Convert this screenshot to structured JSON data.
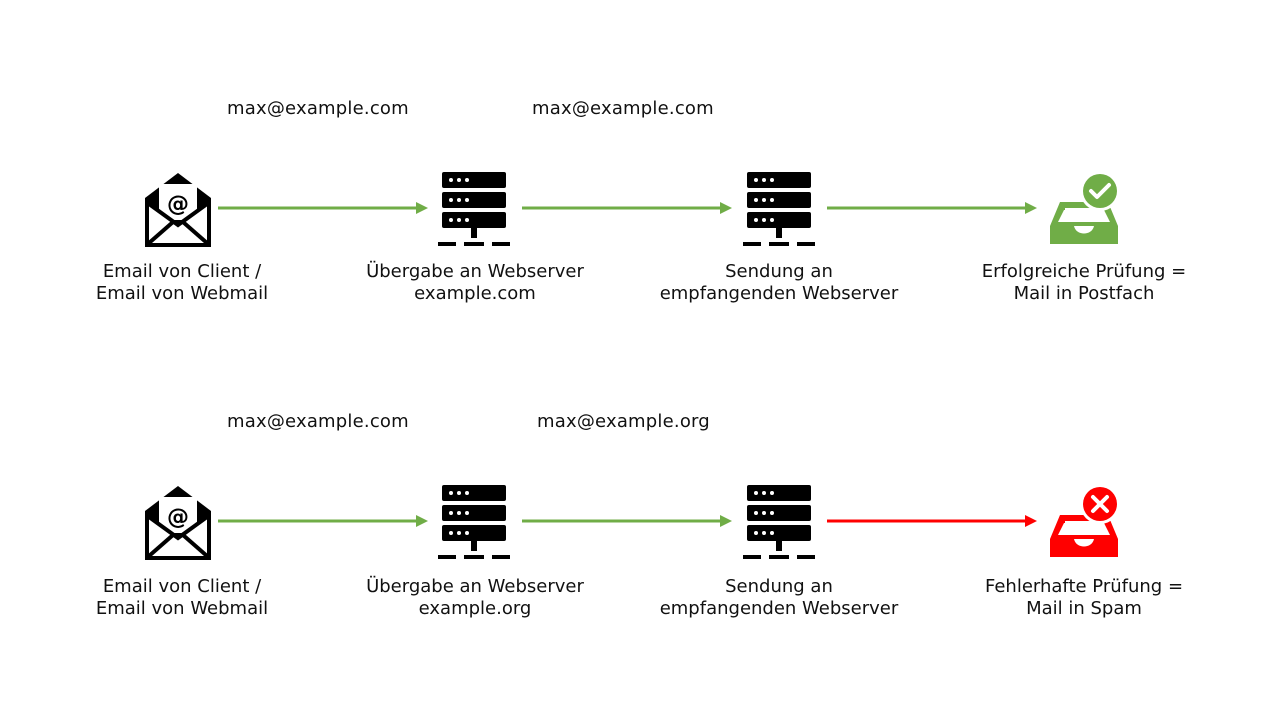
{
  "colors": {
    "ok_arrow": "#70AD47",
    "fail_arrow": "#FF0000",
    "ok_inbox": "#70AD47",
    "fail_inbox": "#FF0000",
    "icon": "#000000"
  },
  "flows": {
    "top": {
      "sender_address_1": "max@example.com",
      "sender_address_2": "max@example.com",
      "steps": [
        {
          "icon": "open-envelope-at-icon",
          "line1": "Email von Client /",
          "line2": "Email von Webmail"
        },
        {
          "icon": "server-icon",
          "line1": "Übergabe an Webserver",
          "line2": "example.com"
        },
        {
          "icon": "server-icon",
          "line1": "Sendung an",
          "line2": "empfangenden Webserver"
        },
        {
          "icon": "inbox-check-icon",
          "line1": "Erfolgreiche Prüfung =",
          "line2": "Mail in Postfach"
        }
      ],
      "arrows": [
        "ok",
        "ok",
        "ok"
      ]
    },
    "bottom": {
      "sender_address_1": "max@example.com",
      "sender_address_2": "max@example.org",
      "steps": [
        {
          "icon": "open-envelope-at-icon",
          "line1": "Email von Client /",
          "line2": "Email von Webmail"
        },
        {
          "icon": "server-icon",
          "line1": "Übergabe an Webserver",
          "line2": "example.org"
        },
        {
          "icon": "server-icon",
          "line1": "Sendung an",
          "line2": "empfangenden Webserver"
        },
        {
          "icon": "inbox-cross-icon",
          "line1": "Fehlerhafte Prüfung =",
          "line2": "Mail in Spam"
        }
      ],
      "arrows": [
        "ok",
        "ok",
        "fail"
      ]
    }
  }
}
